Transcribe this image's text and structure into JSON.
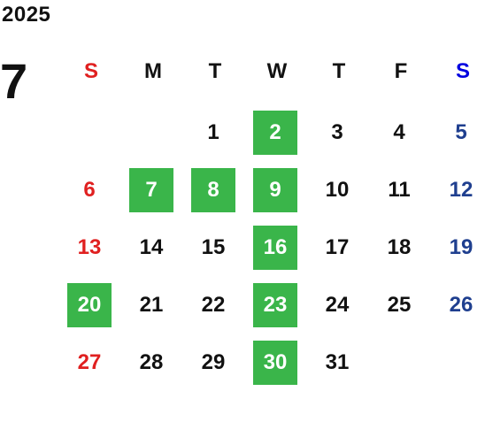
{
  "year": "2025",
  "month": "7",
  "colors": {
    "default": "#111111",
    "sunday": "#e02020",
    "saturday_header": "#0000e0",
    "saturday_date": "#1f3f8f",
    "highlight_bg": "#3ab54a",
    "highlight_fg": "#ffffff"
  },
  "weekdays": [
    "S",
    "M",
    "T",
    "W",
    "T",
    "F",
    "S"
  ],
  "weeks": [
    [
      "",
      "",
      "1",
      "2",
      "3",
      "4",
      "5"
    ],
    [
      "6",
      "7",
      "8",
      "9",
      "10",
      "11",
      "12"
    ],
    [
      "13",
      "14",
      "15",
      "16",
      "17",
      "18",
      "19"
    ],
    [
      "20",
      "21",
      "22",
      "23",
      "24",
      "25",
      "26"
    ],
    [
      "27",
      "28",
      "29",
      "30",
      "31",
      "",
      ""
    ]
  ],
  "highlighted": [
    "2",
    "7",
    "8",
    "9",
    "16",
    "20",
    "23",
    "30"
  ]
}
